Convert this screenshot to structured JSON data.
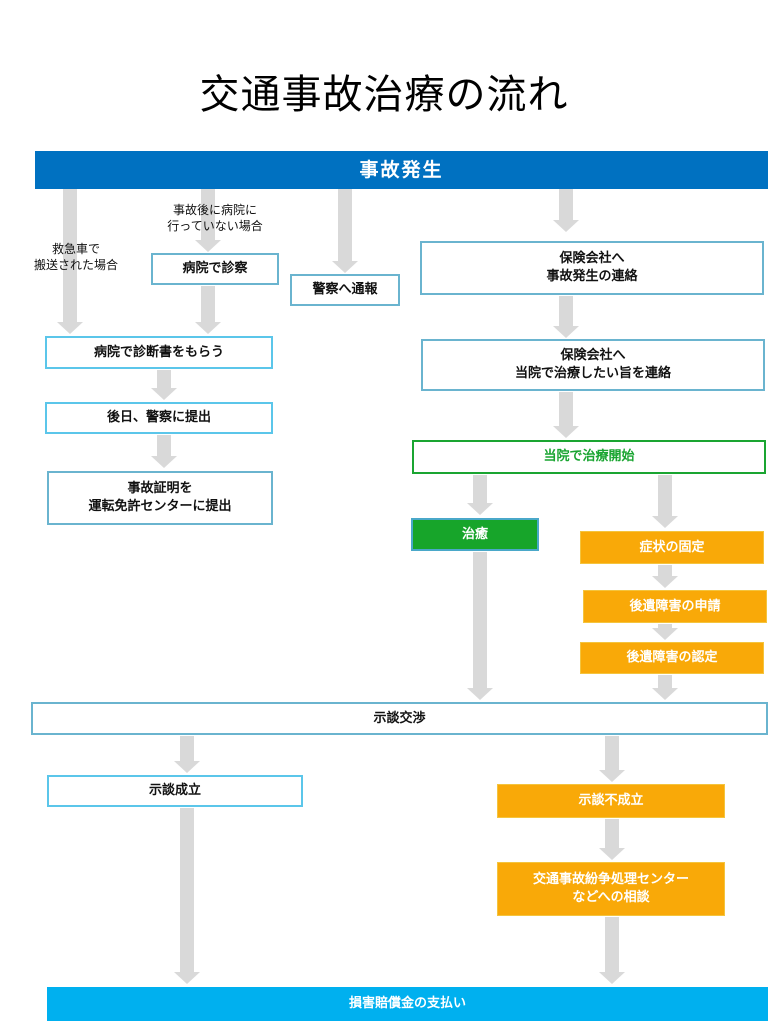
{
  "title": "交通事故治療の流れ",
  "colors": {
    "header_blue": "#0071c1",
    "final_cyan": "#00b0ef",
    "green": "#17a52a",
    "orange": "#f9a908",
    "arrow_gray": "#d9d9d9",
    "border_blue": "#5bc6ea"
  },
  "nodes": {
    "accident": "事故発生",
    "label_ambulance": [
      "救急車で",
      "搬送された場合"
    ],
    "label_no_hospital": [
      "事故後に病院に",
      "行っていない場合"
    ],
    "hospital_exam": "病院で診察",
    "police_report": "警察へ通報",
    "insurance_notify": [
      "保険会社へ",
      "事故発生の連絡"
    ],
    "insurance_treat": [
      "保険会社へ",
      "当院で治療したい旨を連絡"
    ],
    "diagnosis": "病院で診断書をもらう",
    "submit_police": "後日、警察に提出",
    "accident_cert": [
      "事故証明を",
      "運転免許センターに提出"
    ],
    "start_treatment": "当院で治療開始",
    "cured": "治癒",
    "symptom_fixed": "症状の固定",
    "disability_apply": "後遺障害の申請",
    "disability_cert": "後遺障害の認定",
    "settlement_negotiation": "示談交渉",
    "settlement_success": "示談成立",
    "settlement_fail": "示談不成立",
    "dispute_center": [
      "交通事故紛争処理センター",
      "などへの相談"
    ],
    "payment": "損害賠償金の支払い"
  }
}
